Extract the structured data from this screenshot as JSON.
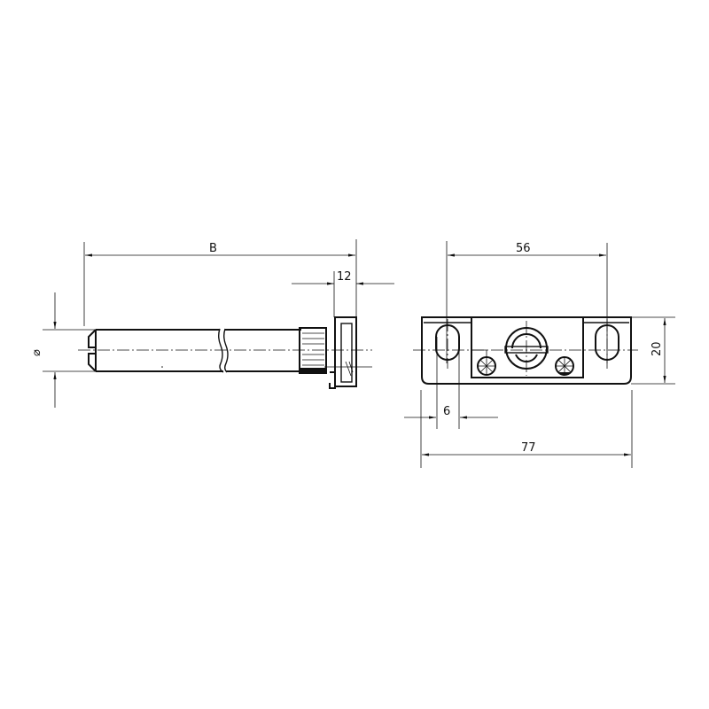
{
  "drawing": {
    "background": "#ffffff",
    "line_color": "#111111",
    "side_view": {
      "dimensions": {
        "length_label": "B",
        "head_width_label": "12",
        "diameter_label": "⌀"
      }
    },
    "front_view": {
      "dimensions": {
        "hole_spacing_label": "56",
        "height_label": "20",
        "slot_width_label": "6",
        "total_width_label": "77"
      }
    }
  }
}
